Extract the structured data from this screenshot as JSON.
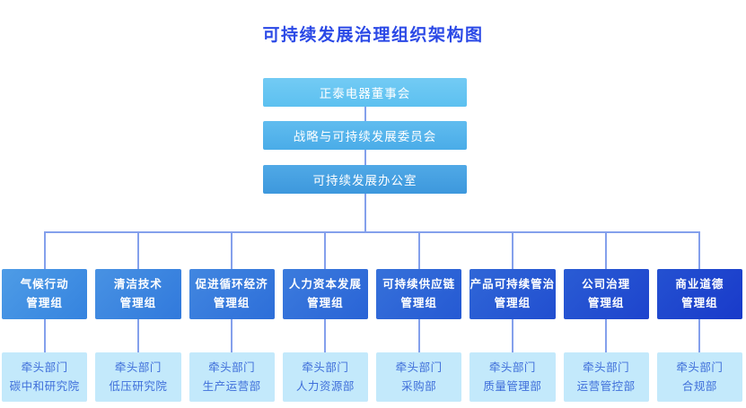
{
  "title": {
    "text": "可持续发展治理组织架构图",
    "color": "#2b49e6"
  },
  "connector_color": "#84a0ec",
  "dept_box": {
    "bg": "#c3e9fb",
    "text_color": "#3f6fda"
  },
  "top_chain": [
    {
      "label": "正泰电器董事会",
      "bg_from": "#73cbf4",
      "bg_to": "#5cc0f0"
    },
    {
      "label": "战略与可持续发展委员会",
      "bg_from": "#60bcef",
      "bg_to": "#4aace8"
    },
    {
      "label": "可持续发展办公室",
      "bg_from": "#50a9e6",
      "bg_to": "#3d98dd"
    }
  ],
  "columns": [
    {
      "group_line1": "气候行动",
      "group_line2": "管理组",
      "color_from": "#4e9ce6",
      "color_to": "#3583df",
      "dept_label": "牵头部门",
      "dept_name": "碳中和研究院"
    },
    {
      "group_line1": "清洁技术",
      "group_line2": "管理组",
      "color_from": "#4892e3",
      "color_to": "#3179dc",
      "dept_label": "牵头部门",
      "dept_name": "低压研究院"
    },
    {
      "group_line1": "促进循环经济",
      "group_line2": "管理组",
      "color_from": "#4287e0",
      "color_to": "#2d6ed9",
      "dept_label": "牵头部门",
      "dept_name": "生产运营部"
    },
    {
      "group_line1": "人力资本发展",
      "group_line2": "管理组",
      "color_from": "#3c7cdd",
      "color_to": "#2963d6",
      "dept_label": "牵头部门",
      "dept_name": "人力资源部"
    },
    {
      "group_line1": "可持续供应链",
      "group_line2": "管理组",
      "color_from": "#3671da",
      "color_to": "#2559d3",
      "dept_label": "牵头部门",
      "dept_name": "采购部"
    },
    {
      "group_line1": "产品可持续管治",
      "group_line2": "管理组",
      "color_from": "#3067d7",
      "color_to": "#214ed0",
      "dept_label": "牵头部门",
      "dept_name": "质量管理部"
    },
    {
      "group_line1": "公司治理",
      "group_line2": "管理组",
      "color_from": "#2a5cd4",
      "color_to": "#1d44cd",
      "dept_label": "牵头部门",
      "dept_name": "运营管控部"
    },
    {
      "group_line1": "商业道德",
      "group_line2": "管理组",
      "color_from": "#2451d1",
      "color_to": "#193aca",
      "dept_label": "牵头部门",
      "dept_name": "合规部"
    }
  ]
}
